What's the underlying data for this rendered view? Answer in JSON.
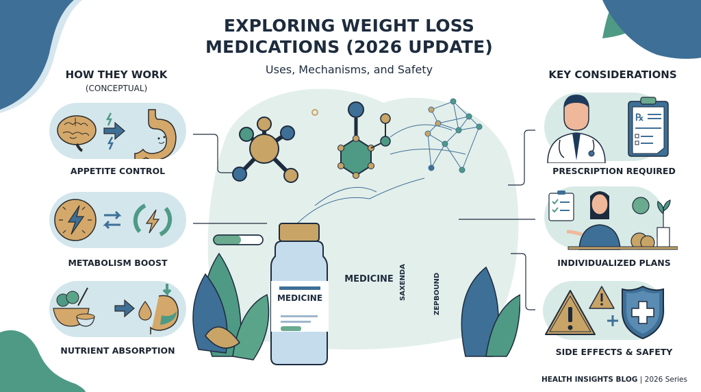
{
  "header": {
    "title_line1": "EXPLORING WEIGHT LOSS",
    "title_line2": "MEDICATIONS (2026 UPDATE)",
    "subtitle": "Uses, Mechanisms, and Safety"
  },
  "left_section": {
    "heading": "HOW THEY WORK",
    "subheading": "(CONCEPTUAL)",
    "items": [
      {
        "label": "APPETITE CONTROL",
        "icons": [
          "brain-icon",
          "lightning-icon",
          "arrow-right-icon",
          "stomach-icon"
        ]
      },
      {
        "label": "METABOLISM BOOST",
        "icons": [
          "energy-badge-icon",
          "exchange-arrows-icon",
          "cycle-lightning-icon"
        ]
      },
      {
        "label": "NUTRIENT ABSORPTION",
        "icons": [
          "food-bowl-icon",
          "arrow-right-icon",
          "droplet-icon",
          "stomach-icon"
        ]
      }
    ]
  },
  "right_section": {
    "heading": "KEY CONSIDERATIONS",
    "items": [
      {
        "label": "PRESCRIPTION REQUIRED",
        "icons": [
          "doctor-icon",
          "rx-clipboard-icon"
        ]
      },
      {
        "label": "INDIVIDUALIZED PLANS",
        "icons": [
          "checklist-icon",
          "person-icon",
          "apple-icon",
          "plant-icon"
        ]
      },
      {
        "label": "SIDE EFFECTS & SAFETY",
        "icons": [
          "warning-icon",
          "plus-icon",
          "shield-cross-icon"
        ]
      }
    ]
  },
  "center": {
    "vial_left_label": "MEDICINE",
    "vial_right_label": "MEDICINE",
    "syringe_1_label": "SAXENDA",
    "syringe_2_label": "ZEPBOUND"
  },
  "footer": {
    "brand": "HEALTH INSIGHTS BLOG",
    "separator": "|",
    "series": "2026 Series"
  },
  "colors": {
    "navy_blue": "#3e6f96",
    "teal_green": "#4e9a85",
    "gold": "#c9a467",
    "light_blue": "#d3e6ec",
    "mint": "#d8eae6",
    "dark_text": "#1d2b3d"
  }
}
